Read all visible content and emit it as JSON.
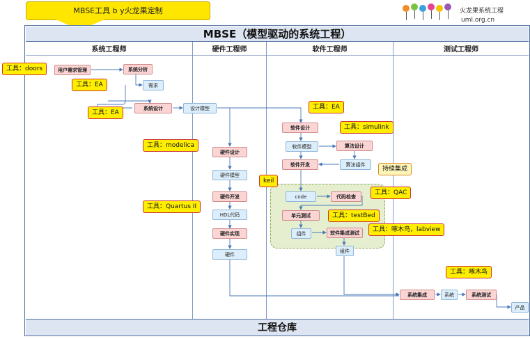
{
  "banner": "MBSE工具 b y火龙果定制",
  "logo": {
    "name": "火龙果系统工程",
    "url": "uml.org.cn"
  },
  "title": "MBSE（模型驱动的系统工程）",
  "footer": "工程仓库",
  "lanes": [
    "系统工程师",
    "硬件工程师",
    "软件工程师",
    "测试工程师"
  ],
  "nodes": {
    "user_req": "用户需求管理",
    "sys_analysis": "系统分析",
    "requirements": "需求",
    "sys_design": "系统设计",
    "design_model": "设计模型",
    "hw_design": "硬件设计",
    "hw_model": "硬件模型",
    "hw_dev": "硬件开发",
    "hdl_code": "HDL代码",
    "hw_impl": "硬件实现",
    "hardware": "硬件",
    "sw_design": "软件设计",
    "sw_model": "软件模型",
    "algo_design": "算法设计",
    "sw_dev": "软件开发",
    "algo_component": "算法组件",
    "code": "code",
    "code_check": "代码检查",
    "unit_test": "单元测试",
    "component": "组件",
    "sw_integ_test": "软件集成测试",
    "component2": "组件",
    "sys_integ": "系统集成",
    "system": "系统",
    "sys_test": "系统测试",
    "product": "产品"
  },
  "callouts": {
    "doors": "工具：doors",
    "ea1": "工具：EA",
    "ea2": "工具：EA",
    "ea3": "工具：EA",
    "modelica": "工具：modelica",
    "quartus": "工具：Quartus II",
    "simulink": "工具：simulink",
    "keil": "keil",
    "ci": "持续集成",
    "qac": "工具：QAC",
    "testbed": "工具：testBed",
    "woodpecker_lab": "工具：啄木鸟，labview",
    "woodpecker": "工具：啄木鸟"
  },
  "colors": {
    "activity": "#fbd4d4",
    "artifact": "#dceefb",
    "callout": "#ffee00",
    "title_bar": "#dde5f2",
    "ci_region": "#e5efd0"
  }
}
